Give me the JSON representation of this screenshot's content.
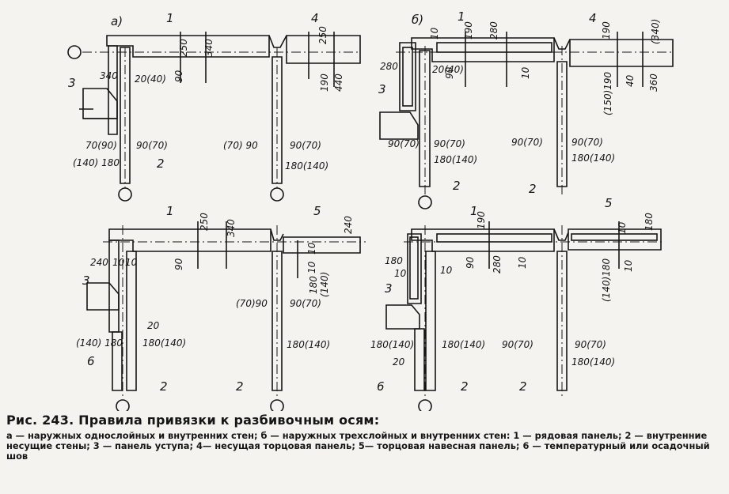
{
  "panels": {
    "a": {
      "letter": "а)",
      "labels": {
        "n1": "1",
        "n4": "4",
        "n3": "3",
        "n2": "2"
      },
      "dims": {
        "top_250": "250",
        "top_340": "340",
        "top_250b": "250",
        "d_20_40": "20(40)",
        "d_340": "340",
        "d_90": "90",
        "d_190": "190",
        "d_440": "440",
        "l_70_90": "70(90)",
        "l_90_70": "90(70)",
        "l_140_180": "(140) 180",
        "r_70_90": "(70) 90",
        "r_90_70": "90(70)",
        "r_180_140": "180(140)"
      }
    },
    "b": {
      "letter": "б)",
      "labels": {
        "n1": "1",
        "n4": "4",
        "n3": "3",
        "n2a": "2",
        "n2b": "2"
      },
      "dims": {
        "top_10": "10",
        "top_190": "190",
        "top_280": "280",
        "top_190b": "190",
        "top_340": "(340)",
        "d_280": "280",
        "d_20_40": "20(40)",
        "d_90": "90",
        "d_10": "10",
        "d_150_190": "(150)190",
        "d_40": "40",
        "d_360": "360",
        "l_90_70": "90(70)",
        "l_90_70b": "90(70)",
        "l_180_140": "180(140)",
        "r_90_70": "90(70)",
        "r_90_70b": "90(70)",
        "r_180_140": "180(140)"
      }
    },
    "c": {
      "letter": "",
      "labels": {
        "n1": "1",
        "n5": "5",
        "n3": "3",
        "n6": "6",
        "n2a": "2",
        "n2b": "2"
      },
      "dims": {
        "top_250": "250",
        "top_340": "340",
        "top_240": "240",
        "d_90": "90",
        "d_10": "10",
        "d_10b": "10",
        "d_180": "180",
        "d_140": "(140)",
        "l_240": "240",
        "l_10": "10",
        "l_10b": "10",
        "l_20": "20",
        "l_140_180": "(140) 180",
        "l_180_140": "180(140)",
        "r_70_90": "(70)90",
        "r_90_70": "90(70)",
        "r_180_140": "180(140)"
      }
    },
    "d": {
      "letter": "",
      "labels": {
        "n1": "1",
        "n5": "5",
        "n3": "3",
        "n6": "6",
        "n2a": "2",
        "n2b": "2"
      },
      "dims": {
        "top_190": "190",
        "top_10": "10",
        "top_180": "180",
        "d_180": "180",
        "d_10": "10",
        "d_10b": "10",
        "d_90": "90",
        "d_280": "280",
        "d_10c": "10",
        "d_140_180": "(140)180",
        "d_10d": "10",
        "l_180_140": "180(140)",
        "l_180_140b": "180(140)",
        "l_20": "20",
        "r_90_70": "90(70)",
        "r_90_70b": "90(70)",
        "r_180_140": "180(140)"
      }
    }
  },
  "caption": {
    "title": "Рис. 243. Правила привязки к разбивочным осям:",
    "line1": "а — наружных однослойных и внутренних стен; б — наружных трехслойных и внутренних стен: 1 — рядовая панель; 2 — внутренние несущие стены; 3 — панель уступа; 4— несущая торцовая панель; 5— торцовая навесная панель; 6 — температурный или осадочный шов"
  }
}
